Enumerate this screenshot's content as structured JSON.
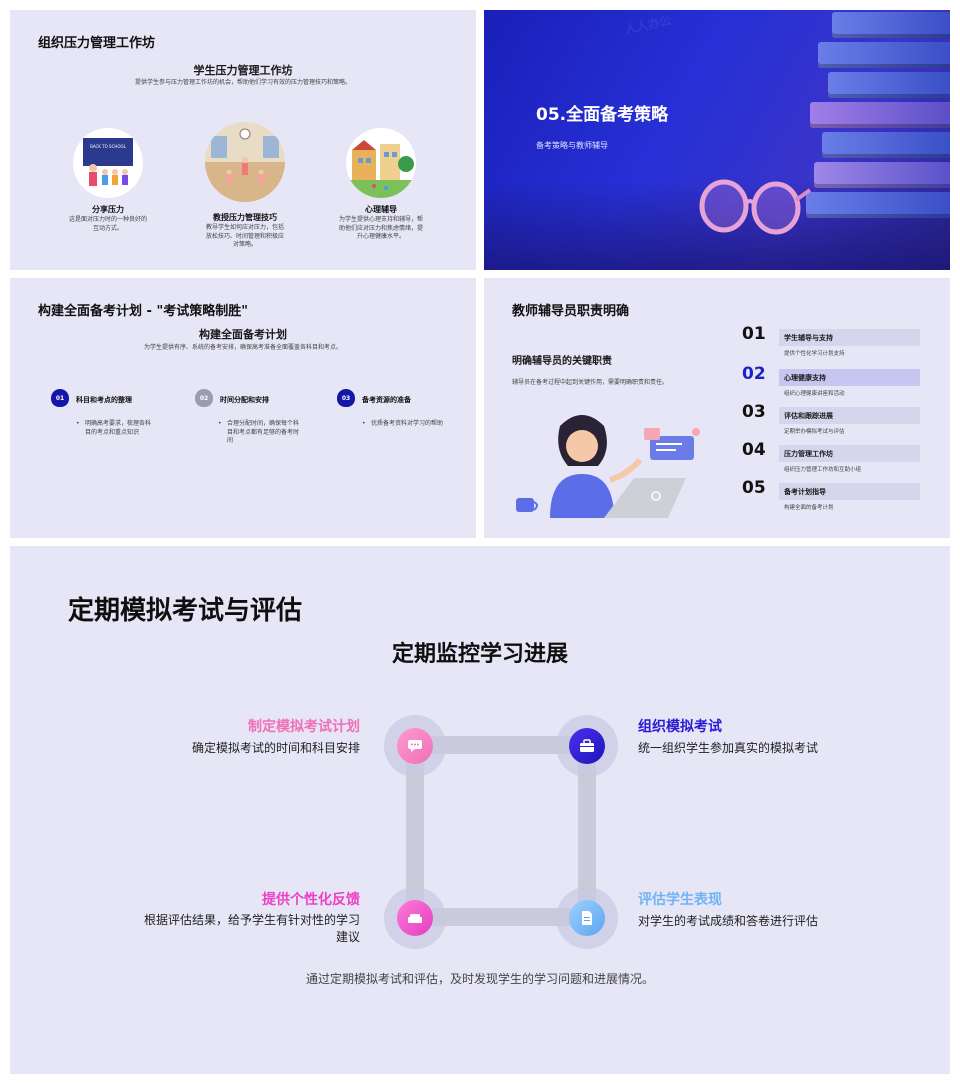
{
  "slide1": {
    "header": "组织压力管理工作坊",
    "title": "学生压力管理工作坊",
    "subtitle": "提供学生参与压力管理工作坊的机会，帮助他们学习有效的压力管理技巧和策略。",
    "items": [
      {
        "label": "分享压力",
        "desc": "这是面对压力时的一种良好的互动方式。"
      },
      {
        "label": "教授压力管理技巧",
        "desc": "教导学生如何应对压力，包括放松技巧、时间管理和积极应对策略。"
      },
      {
        "label": "心理辅导",
        "desc": "为学生提供心理支持和辅导，帮助他们应对压力和焦虑情绪，提升心理健康水平。"
      }
    ],
    "board_text": "BACK TO SCHOOL"
  },
  "slide2": {
    "title": "05.全面备考策略",
    "subtitle": "备考策略与教师辅导",
    "watermark": "人人办公"
  },
  "slide3": {
    "header": "构建全面备考计划 - \"考试策略制胜\"",
    "title": "构建全面备考计划",
    "subtitle": "为学生提供有序、系统的备考安排，确保高考准备全面覆盖各科目和考点。",
    "items": [
      {
        "num": "01",
        "label": "科目和考点的整理",
        "desc": "明确高考要求，梳理各科目的考点和重点知识",
        "color": "#1416a8"
      },
      {
        "num": "02",
        "label": "时间分配和安排",
        "desc": "合理分配时间，确保每个科目和考点都有足够的备考时间",
        "color": "#9a9cb0"
      },
      {
        "num": "03",
        "label": "备考资源的准备",
        "desc": "优质备考资料对学习的帮助",
        "color": "#1416a8"
      }
    ]
  },
  "slide4": {
    "header": "教师辅导员职责明确",
    "title": "明确辅导员的关键职责",
    "desc": "辅导员在备考过程中起到关键作用，需要明确职责和责任。",
    "items": [
      {
        "num": "01",
        "label": "学生辅导与支持",
        "sub": "提供个性化学习计划支持",
        "highlight": false
      },
      {
        "num": "02",
        "label": "心理健康支持",
        "sub": "组织心理健康讲座和活动",
        "highlight": true
      },
      {
        "num": "03",
        "label": "评估和跟踪进展",
        "sub": "定期举办模拟考试与评估",
        "highlight": false
      },
      {
        "num": "04",
        "label": "压力管理工作坊",
        "sub": "组织压力管理工作坊和互助小组",
        "highlight": false
      },
      {
        "num": "05",
        "label": "备考计划指导",
        "sub": "构建全面的备考计划",
        "highlight": false
      }
    ]
  },
  "slide5": {
    "header": "定期模拟考试与评估",
    "title": "定期监控学习进展",
    "steps": [
      {
        "label": "制定模拟考试计划",
        "desc": "确定模拟考试的时间和科目安排",
        "color": "#f06fb8"
      },
      {
        "label": "组织模拟考试",
        "desc": "统一组织学生参加真实的模拟考试",
        "color": "#2a1ad6"
      },
      {
        "label": "提供个性化反馈",
        "desc": "根据评估结果，给予学生有针对性的学习建议",
        "color": "#ee3fc6"
      },
      {
        "label": "评估学生表现",
        "desc": "对学生的考试成绩和答卷进行评估",
        "color": "#6fb4f3"
      }
    ],
    "footer": "通过定期模拟考试和评估，及时发现学生的学习问题和进展情况。"
  }
}
